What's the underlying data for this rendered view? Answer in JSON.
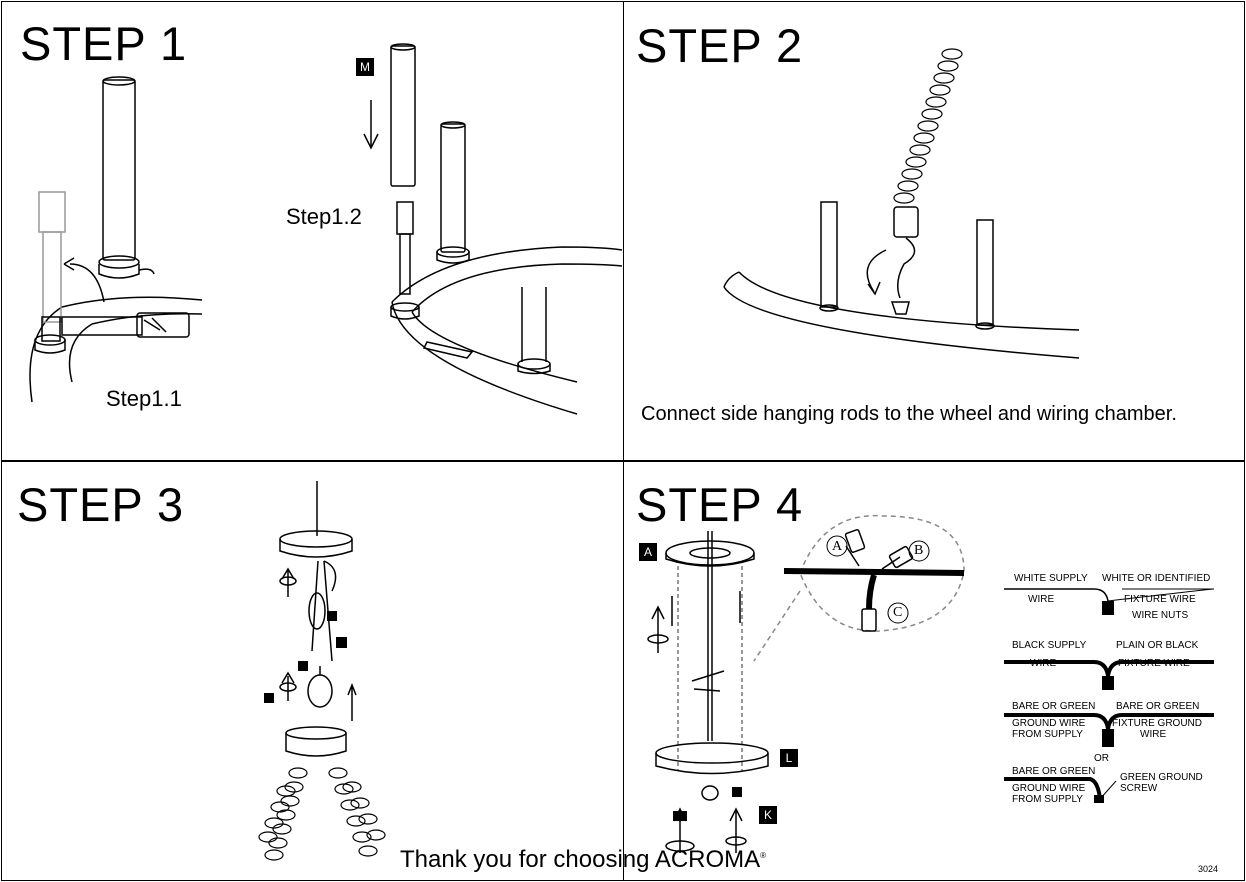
{
  "step1": {
    "title": "STEP 1",
    "sub1": "Step1.1",
    "sub2": "Step1.2",
    "tag_m": "M"
  },
  "step2": {
    "title": "STEP 2",
    "caption": "Connect side hanging rods to the wheel and wiring chamber."
  },
  "step3": {
    "title": "STEP 3"
  },
  "step4": {
    "title": "STEP 4",
    "tag_a": "A",
    "tag_l": "L",
    "tag_k": "K",
    "callout": {
      "a": "A",
      "b": "B",
      "c": "C"
    },
    "wiring": {
      "white_supply": "WHITE SUPPLY",
      "white_supply_wire": "WIRE",
      "white_fixture": "WHITE OR IDENTIFIED",
      "white_fixture_wire": "FIXTURE WIRE",
      "wire_nuts": "WIRE NUTS",
      "black_supply": "BLACK SUPPLY",
      "black_supply_wire": "WIRE",
      "black_fixture": "PLAIN OR BLACK",
      "black_fixture_wire": "FIXTURE WIRE",
      "ground_supply_top": "BARE OR GREEN",
      "ground_supply_1": "GROUND WIRE",
      "ground_supply_2": "FROM SUPPLY",
      "ground_fixture_top": "BARE OR GREEN",
      "ground_fixture_1": "FIXTURE GROUND",
      "ground_fixture_2": "WIRE",
      "or": "OR",
      "screw_supply_top": "BARE OR GREEN",
      "screw_supply_1": "GROUND WIRE",
      "screw_supply_2": "FROM SUPPLY",
      "screw_label_1": "GREEN GROUND",
      "screw_label_2": "SCREW"
    }
  },
  "footer": {
    "text": "Thank you for choosing ACROMA",
    "mark": "®",
    "code": "3024"
  }
}
